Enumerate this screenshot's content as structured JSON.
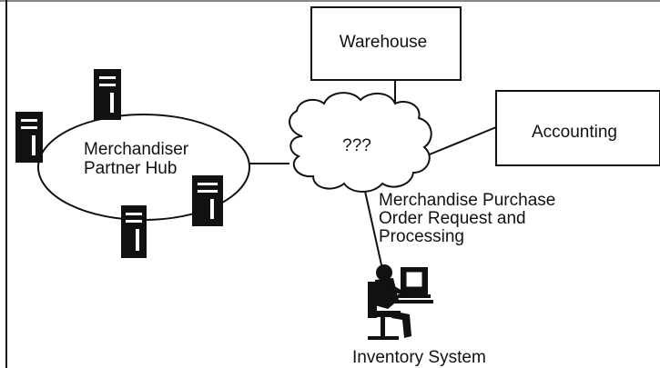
{
  "diagram": {
    "nodes": {
      "warehouse": {
        "label": "Warehouse"
      },
      "accounting": {
        "label": "Accounting"
      },
      "hub": {
        "label_line1": "Merchandiser",
        "label_line2": "Partner Hub"
      },
      "cloud": {
        "label": "???"
      },
      "process": {
        "label_line1": "Merchandise Purchase",
        "label_line2": "Order Request and",
        "label_line3": "Processing"
      },
      "inventory": {
        "label": "Inventory System"
      }
    },
    "icons": [
      "server-icon",
      "server-icon",
      "server-icon",
      "server-icon",
      "person-at-computer-icon"
    ],
    "colors": {
      "ink": "#111111",
      "background": "#ffffff"
    }
  }
}
